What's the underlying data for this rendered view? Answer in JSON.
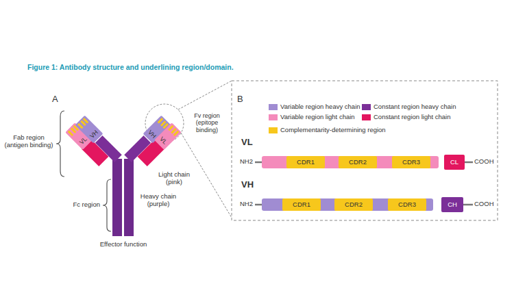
{
  "diagram": {
    "title": "Figure 1: Antibody structure and underlining region/domain.",
    "nodes": [
      {
        "text": [
          "VL"
        ]
      },
      {
        "text": [
          "VH"
        ]
      },
      {
        "text": [
          "VH"
        ]
      },
      {
        "text": [
          "VL"
        ]
      },
      {
        "text": [
          "VL"
        ]
      },
      {
        "text": [
          "CDR1"
        ],
        "in": 4
      },
      {
        "text": [
          "CDR2"
        ],
        "in": 4
      },
      {
        "text": [
          "CDR3"
        ],
        "in": 4
      },
      {
        "text": [
          "CL"
        ],
        "in": 4
      },
      {
        "text": [
          "VH"
        ]
      },
      {
        "text": [
          "CDR1"
        ],
        "in": 9
      },
      {
        "text": [
          "CDR2"
        ],
        "in": 9
      },
      {
        "text": [
          "CDR3"
        ],
        "in": 9
      },
      {
        "text": [
          "CH"
        ],
        "in": 9
      }
    ],
    "labels": [
      "A",
      "Fab region (antigen binding)",
      "Fv region (epitope binding)",
      "Light chain (pink)",
      "Fc region",
      "Heavy chain (purple)",
      "Effector function",
      "B",
      "NH2",
      "COOH",
      "NH2",
      "COOH"
    ],
    "legend": [
      {
        "text": "Variable region heavy chain",
        "color": "#a08cd2"
      },
      {
        "text": "Constant region heavy chain",
        "color": "#7b2f98"
      },
      {
        "text": "Variable region light chain",
        "color": "#f48bbb"
      },
      {
        "text": "Constant region light chain",
        "color": "#e3165f"
      },
      {
        "text": "Complementarity-determining region",
        "color": "#f7c71c"
      }
    ]
  }
}
